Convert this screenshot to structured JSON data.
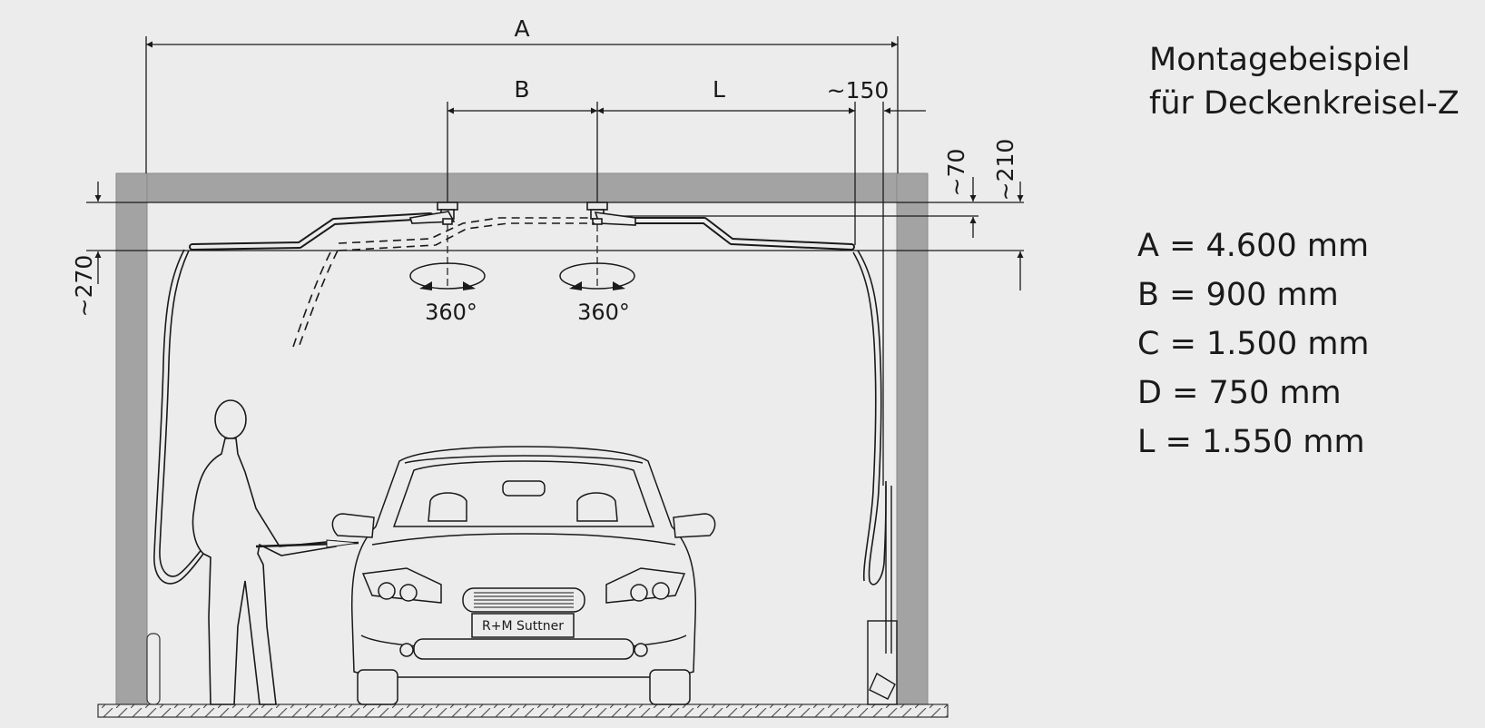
{
  "heading": {
    "line1": "Montagebeispiel",
    "line2": "für Deckenkreisel-Z"
  },
  "dimensions": {
    "a": "A",
    "b": "B",
    "l": "L",
    "offset_150": "~150",
    "height_70": "~70",
    "height_210": "~210",
    "height_270": "~270"
  },
  "rotation": {
    "left": "360°",
    "right": "360°"
  },
  "brand_plate": "R+M Suttner",
  "specs": [
    "A = 4.600 mm",
    "B = 900 mm",
    "C = 1.500 mm",
    "D = 750 mm",
    "L = 1.550 mm"
  ],
  "colors": {
    "background": "#ececec",
    "wall": "#a3a3a3",
    "line": "#1a1a1a"
  }
}
